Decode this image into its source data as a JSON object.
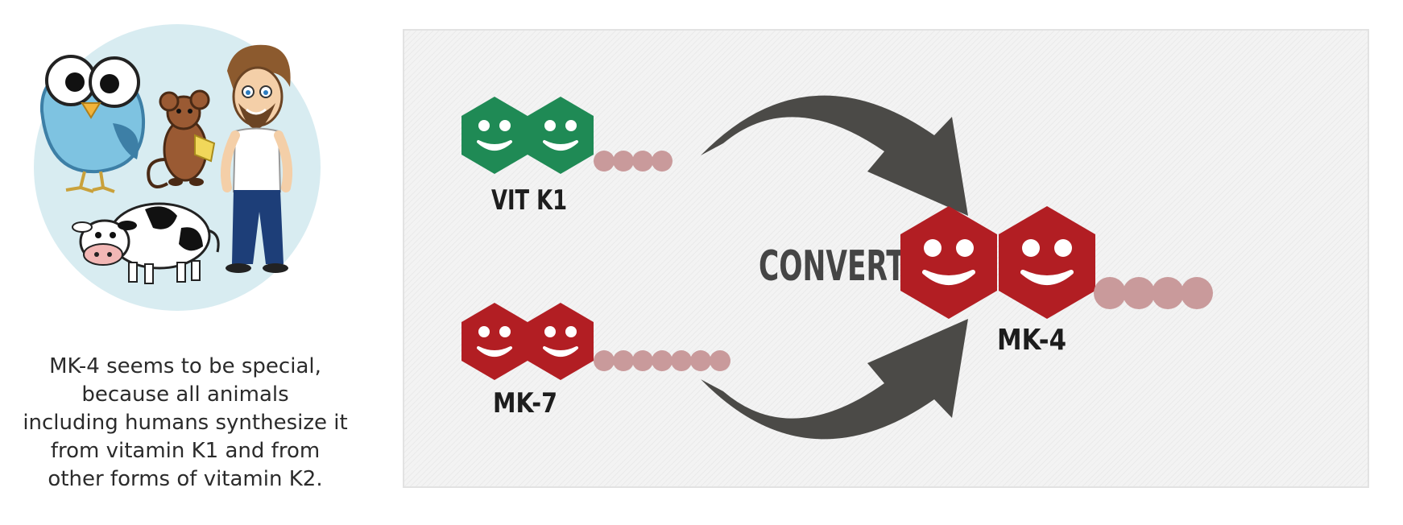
{
  "caption_lines": [
    "MK-4 seems to be special,",
    "because all animals",
    "including humans synthesize it",
    "from vitamin K1 and from",
    "other forms of vitamin K2."
  ],
  "diagram": {
    "label_k1": "VIT K1",
    "label_mk7": "MK-7",
    "label_converted": "CONVERTED",
    "label_mk4": "MK-4"
  },
  "colors": {
    "k1_green": "#1f8a55",
    "mk_red": "#b21e23",
    "tail_pink": "#c99a9b",
    "arrow_dark": "#4b4a47",
    "circle_bg": "#d8ecf1"
  },
  "icons": [
    "bird-icon",
    "mouse-icon",
    "man-icon",
    "cow-icon",
    "smiley-hexagon-icon",
    "curved-arrow-icon"
  ]
}
